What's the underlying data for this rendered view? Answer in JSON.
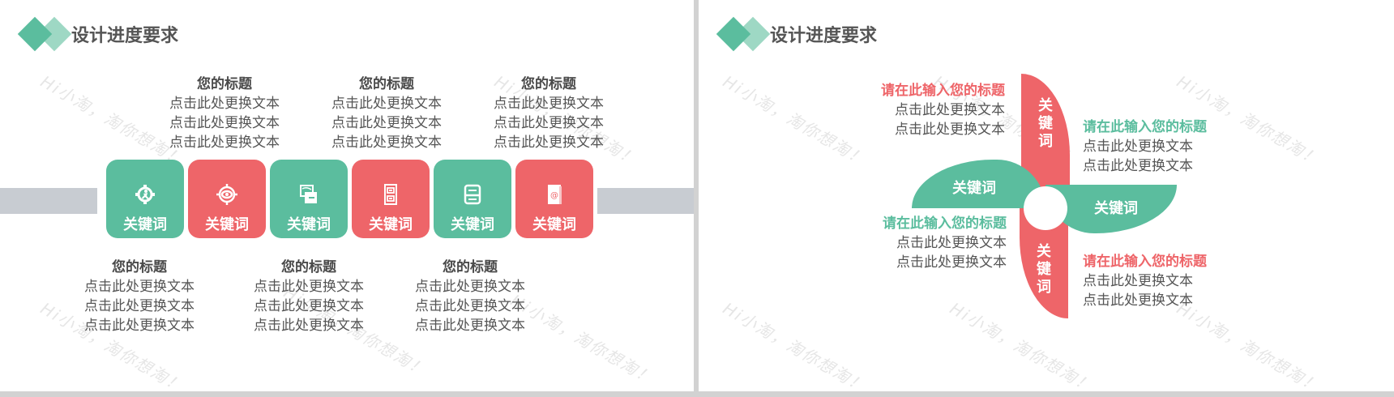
{
  "colors": {
    "green": "#5bbd9e",
    "green_light": "#9ed8c4",
    "red": "#ee6569",
    "bar_gray": "#c8ccd2",
    "divider": "#d2d2d2"
  },
  "watermark": "Hi小淘，淘你想淘！",
  "left_slide": {
    "header": {
      "title": "设计进度要求",
      "icon": "double-diamond-icon"
    },
    "tiles": [
      {
        "label": "关键词",
        "icon": "gear-runner-icon",
        "color": "green"
      },
      {
        "label": "关键词",
        "icon": "eye-target-icon",
        "color": "red"
      },
      {
        "label": "关键词",
        "icon": "documents-icon",
        "color": "green"
      },
      {
        "label": "关键词",
        "icon": "filing-cabinet-icon",
        "color": "red"
      },
      {
        "label": "关键词",
        "icon": "printer-icon",
        "color": "green"
      },
      {
        "label": "关键词",
        "icon": "address-book-icon",
        "color": "red"
      }
    ],
    "top_blocks": [
      {
        "title": "您的标题",
        "lines": [
          "点击此处更换文本",
          "点击此处更换文本",
          "点击此处更换文本"
        ]
      },
      {
        "title": "您的标题",
        "lines": [
          "点击此处更换文本",
          "点击此处更换文本",
          "点击此处更换文本"
        ]
      },
      {
        "title": "您的标题",
        "lines": [
          "点击此处更换文本",
          "点击此处更换文本",
          "点击此处更换文本"
        ]
      }
    ],
    "bottom_blocks": [
      {
        "title": "您的标题",
        "lines": [
          "点击此处更换文本",
          "点击此处更换文本",
          "点击此处更换文本"
        ]
      },
      {
        "title": "您的标题",
        "lines": [
          "点击此处更换文本",
          "点击此处更换文本",
          "点击此处更换文本"
        ]
      },
      {
        "title": "您的标题",
        "lines": [
          "点击此处更换文本",
          "点击此处更换文本",
          "点击此处更换文本"
        ]
      }
    ]
  },
  "right_slide": {
    "header": {
      "title": "设计进度要求",
      "icon": "double-diamond-icon"
    },
    "petals": {
      "top": "关键词",
      "left": "关键词",
      "right": "关键词",
      "bottom": "关键词"
    },
    "blocks": [
      {
        "position": "top-left",
        "title": "请在此输入您的标题",
        "color": "red",
        "lines": [
          "点击此处更换文本",
          "点击此处更换文本"
        ]
      },
      {
        "position": "top-right",
        "title": "请在此输入您的标题",
        "color": "green",
        "lines": [
          "点击此处更换文本",
          "点击此处更换文本"
        ]
      },
      {
        "position": "bottom-left",
        "title": "请在此输入您的标题",
        "color": "green",
        "lines": [
          "点击此处更换文本",
          "点击此处更换文本"
        ]
      },
      {
        "position": "bottom-right",
        "title": "请在此输入您的标题",
        "color": "red",
        "lines": [
          "点击此处更换文本",
          "点击此处更换文本"
        ]
      }
    ]
  }
}
